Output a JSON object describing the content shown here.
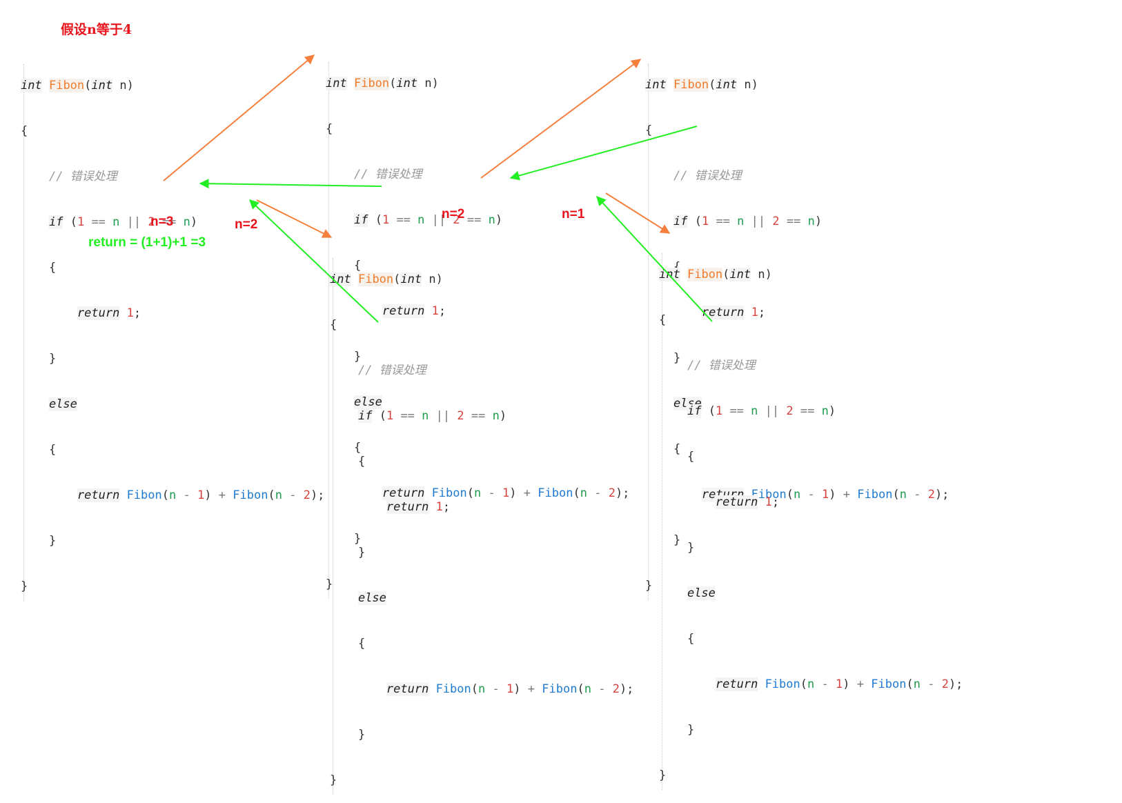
{
  "title": "假设n等于4",
  "code": {
    "sig_kw": "int",
    "sig_fn": "Fibon",
    "paren_open": "(",
    "param_kw": "int",
    "param_name": "n",
    "paren_close": ")",
    "brace_open": "{",
    "brace_close": "}",
    "comment": "// 错误处理",
    "if_kw": "if",
    "if_open": "(",
    "one": "1",
    "eq": "==",
    "n": "n",
    "or": "||",
    "two": "2",
    "return_kw": "return",
    "return_one": "1",
    "semicolon": ";",
    "else_kw": "else",
    "call_fn": "Fibon",
    "minus": "-",
    "plus": "+",
    "close_semicolon": ");"
  },
  "labels": {
    "n3": "n=3",
    "n2_left": "n=2",
    "n2_middle": "n=2",
    "n1": "n=1",
    "result": "return = (1+1)+1 =3"
  },
  "colors": {
    "call_arrow": "#f5803e",
    "return_arrow": "#22ee22",
    "label_red": "#e8131b",
    "label_green": "#22ee22"
  }
}
